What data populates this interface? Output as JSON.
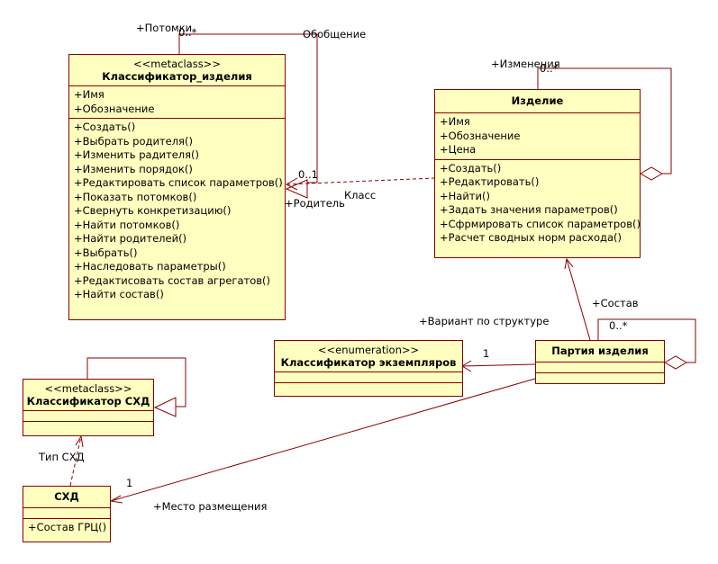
{
  "classes": {
    "klassifikator_izdeliya": {
      "stereotype": "<<metaclass>>",
      "name": "Классификатор_изделия",
      "attributes": [
        "+Имя",
        "+Обозначение"
      ],
      "operations": [
        "+Создать()",
        "+Выбрать родителя()",
        "+Изменить радителя()",
        "+Изменить порядок()",
        "+Редактировать список параметров()",
        "+Показать потомков()",
        "+Свернуть конкретизацию()",
        "+Найти потомков()",
        "+Найти родителей()",
        "+Выбрать()",
        "+Наследовать параметры()",
        "+Редактисовать состав агрегатов()",
        "+Найти состав()"
      ]
    },
    "izdelie": {
      "name": "Изделие",
      "attributes": [
        "+Имя",
        "+Обозначение",
        "+Цена"
      ],
      "operations": [
        "+Создать()",
        "+Редактировать()",
        "+Найти()",
        "+Задать значения параметров()",
        "+Сфрмировать список параметров()",
        "+Расчет сводных норм расхода()"
      ]
    },
    "klassifikator_ekzemplyarov": {
      "stereotype": "<<enumeration>>",
      "name": "Классификатор экземпляров"
    },
    "partiya_izdeliya": {
      "name": "Партия  изделия"
    },
    "klassifikator_skhd": {
      "stereotype": "<<metaclass>>",
      "name": "Классификатор СХД"
    },
    "skhd": {
      "name": "СХД",
      "operations": [
        "+Состав ГРЦ()"
      ]
    }
  },
  "labels": {
    "potomki": "+Потомки",
    "potomki_mult": "0..*",
    "obobshchenie": "Обобщение",
    "izmeneniya": "+Изменения",
    "izmeneniya_mult": "0..*",
    "mult_01": "0..1",
    "roditel": "+Родитель",
    "klass": "Класс",
    "sostav": "+Состав",
    "sostav_mult": "0..*",
    "variant": "+Вариант по структуре",
    "variant_mult": "1",
    "tip_skhd": "Тип СХД",
    "mesto_mult": "1",
    "mesto": "+Место размещения"
  },
  "colors": {
    "class_fill": "#ffffc0",
    "line": "#8b0000"
  }
}
